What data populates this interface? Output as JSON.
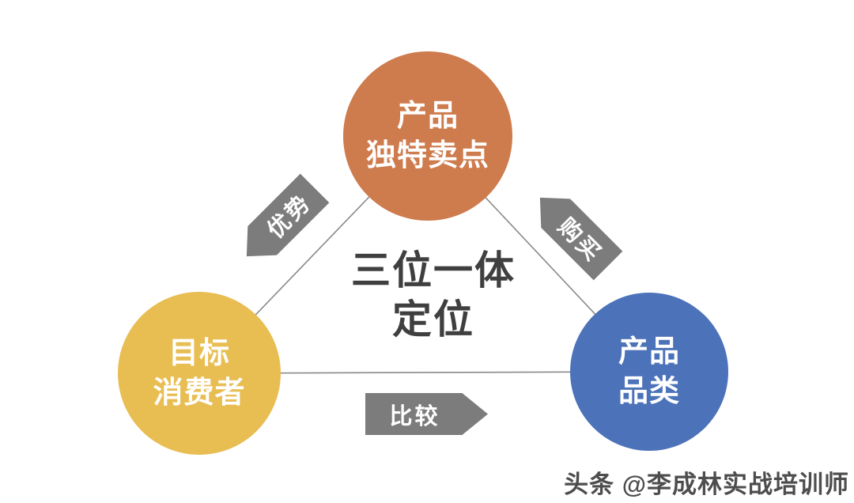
{
  "diagram": {
    "title": {
      "line1": "三位一体",
      "line2": "定位",
      "color": "#3f3f3f"
    },
    "nodes": {
      "usp": {
        "line1": "产品",
        "line2": "独特卖点",
        "color": "#ce7b4d"
      },
      "consumer": {
        "line1": "目标",
        "line2": "消费者",
        "color": "#e8bd52"
      },
      "category": {
        "line1": "产品",
        "line2": "品类",
        "color": "#4c72b9"
      }
    },
    "arrows": {
      "advantage": {
        "label": "优势",
        "direction": "down-left-toward-consumer",
        "color": "#7c7c7c"
      },
      "purchase": {
        "label": "购买",
        "direction": "up-left-toward-usp",
        "color": "#7c7c7c"
      },
      "compare": {
        "label": "比较",
        "direction": "right-toward-category",
        "color": "#7c7c7c"
      }
    },
    "connector_color": "#8a8a8a"
  },
  "watermark": {
    "text": "头条 @李成林实战培训师",
    "color": "#4d4d4d"
  }
}
